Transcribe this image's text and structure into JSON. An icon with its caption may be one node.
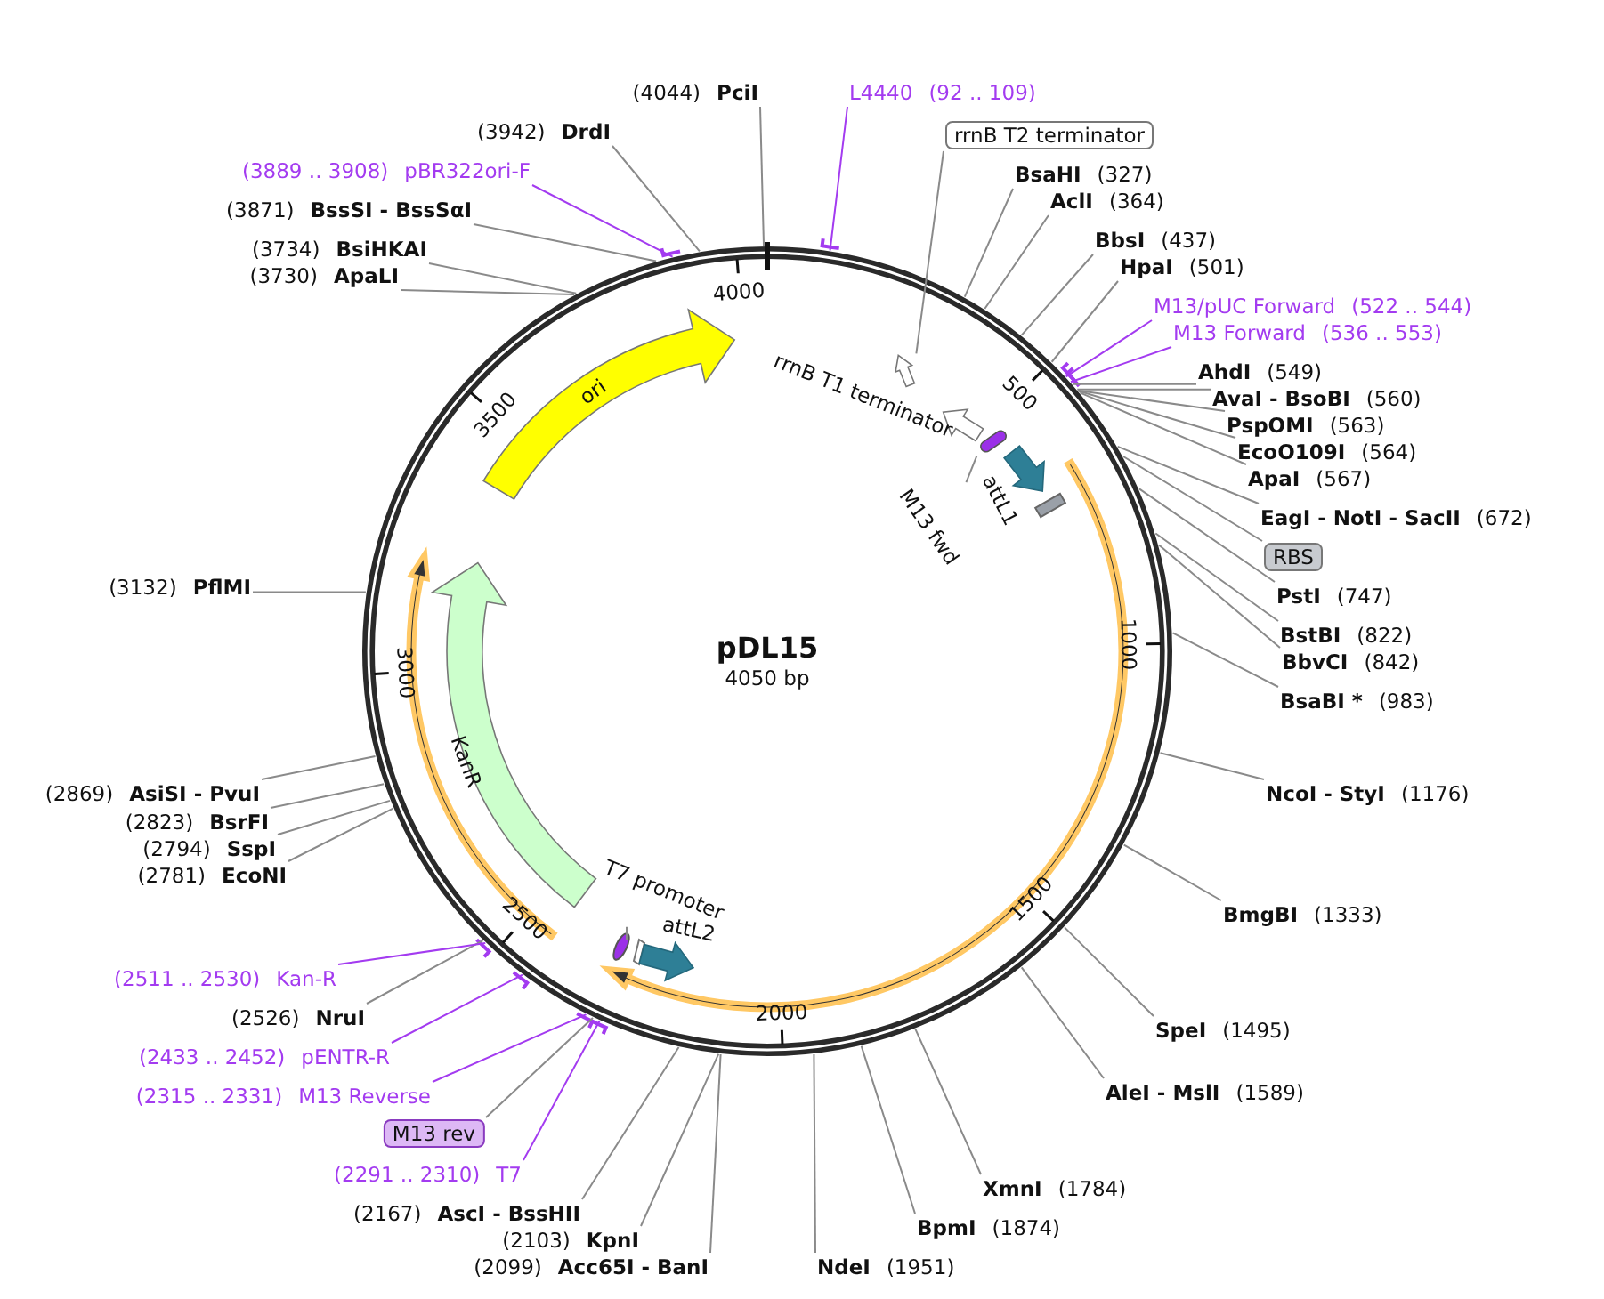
{
  "diagram": {
    "title": "pDL15",
    "nodes": [
      {
        "text": [
          "(4044)",
          "PciI"
        ]
      },
      {
        "text": [
          "L4440",
          "(92 .. 109)"
        ]
      },
      {
        "text": [
          "(3942)",
          "DrdI"
        ]
      },
      {
        "text": [
          "(3889 .. 3908)",
          "pBR322ori-F"
        ]
      },
      {
        "text": [
          "(3871)",
          "BssSI - BssSαI"
        ]
      },
      {
        "text": [
          "(3734)",
          "BsiHKAI"
        ]
      },
      {
        "text": [
          "(3730)",
          "ApaLI"
        ]
      },
      {
        "text": [
          "rrnB T2 terminator"
        ]
      },
      {
        "text": [
          "BsaHI",
          "(327)"
        ]
      },
      {
        "text": [
          "AclI",
          "(364)"
        ]
      },
      {
        "text": [
          "BbsI",
          "(437)"
        ]
      },
      {
        "text": [
          "HpaI",
          "(501)"
        ]
      },
      {
        "text": [
          "M13/pUC Forward",
          "(522 .. 544)"
        ]
      },
      {
        "text": [
          "M13 Forward",
          "(536 .. 553)"
        ]
      },
      {
        "text": [
          "AhdI",
          "(549)"
        ]
      },
      {
        "text": [
          "AvaI - BsoBI",
          "(560)"
        ]
      },
      {
        "text": [
          "PspOMI",
          "(563)"
        ]
      },
      {
        "text": [
          "EcoO109I",
          "(564)"
        ]
      },
      {
        "text": [
          "ApaI",
          "(567)"
        ]
      },
      {
        "text": [
          "EagI - NotI - SacII",
          "(672)"
        ]
      },
      {
        "text": [
          "RBS"
        ]
      },
      {
        "text": [
          "PstI",
          "(747)"
        ]
      },
      {
        "text": [
          "BstBI",
          "(822)"
        ]
      },
      {
        "text": [
          "BbvCI",
          "(842)"
        ]
      },
      {
        "text": [
          "BsaBI *",
          "(983)"
        ]
      },
      {
        "text": [
          "NcoI - StyI",
          "(1176)"
        ]
      },
      {
        "text": [
          "BmgBI",
          "(1333)"
        ]
      },
      {
        "text": [
          "SpeI",
          "(1495)"
        ]
      },
      {
        "text": [
          "AleI - MslI",
          "(1589)"
        ]
      },
      {
        "text": [
          "XmnI",
          "(1784)"
        ]
      },
      {
        "text": [
          "BpmI",
          "(1874)"
        ]
      },
      {
        "text": [
          "NdeI",
          "(1951)"
        ]
      },
      {
        "text": [
          "(2099)",
          "Acc65I - BanI"
        ]
      },
      {
        "text": [
          "(2103)",
          "KpnI"
        ]
      },
      {
        "text": [
          "(2167)",
          "AscI - BssHII"
        ]
      },
      {
        "text": [
          "(2291 .. 2310)",
          "T7"
        ]
      },
      {
        "text": [
          "M13 rev"
        ]
      },
      {
        "text": [
          "(2315 .. 2331)",
          "M13 Reverse"
        ]
      },
      {
        "text": [
          "(2433 .. 2452)",
          "pENTR-R"
        ]
      },
      {
        "text": [
          "(2526)",
          "NruI"
        ]
      },
      {
        "text": [
          "(2511 .. 2530)",
          "Kan-R"
        ]
      },
      {
        "text": [
          "(2781)",
          "EcoNI"
        ]
      },
      {
        "text": [
          "(2794)",
          "SspI"
        ]
      },
      {
        "text": [
          "(2823)",
          "BsrFI"
        ]
      },
      {
        "text": [
          "(2869)",
          "AsiSI - PvuI"
        ]
      },
      {
        "text": [
          "(3132)",
          "PflMI"
        ]
      },
      {
        "text": [
          "ori"
        ]
      },
      {
        "text": [
          "KanR"
        ]
      },
      {
        "text": [],
        "shape": "arrow",
        "beside": [
          "rrnB T1 terminator"
        ]
      },
      {
        "text": [],
        "shape": "arrow"
      },
      {
        "text": [],
        "shape": "arrow",
        "beside": [
          "attL1"
        ]
      },
      {
        "text": [],
        "shape": "arrow",
        "beside": [
          "attL2"
        ]
      },
      {
        "text": [
          "M13 fwd"
        ]
      },
      {
        "text": [
          "T7 promoter"
        ]
      },
      {
        "text": [],
        "shape": "arrow"
      },
      {
        "text": [],
        "shape": "arrow"
      },
      {
        "text": [],
        "shape": "bar"
      }
    ],
    "edges": [
      {
        "from": 0,
        "to": null,
        "arrow": "none"
      },
      {
        "from": 1,
        "to": null,
        "arrow": "none",
        "color": "#a33bf0"
      },
      {
        "from": 2,
        "to": null,
        "arrow": "none"
      },
      {
        "from": 3,
        "to": null,
        "arrow": "none",
        "color": "#a33bf0"
      },
      {
        "from": 4,
        "to": null,
        "arrow": "none"
      },
      {
        "from": 5,
        "to": null,
        "arrow": "none"
      },
      {
        "from": 6,
        "to": null,
        "arrow": "none"
      },
      {
        "from": 7,
        "to": 49,
        "arrow": "none"
      },
      {
        "from": 8,
        "to": null,
        "arrow": "none"
      },
      {
        "from": 9,
        "to": null,
        "arrow": "none"
      },
      {
        "from": 10,
        "to": null,
        "arrow": "none"
      },
      {
        "from": 11,
        "to": null,
        "arrow": "none"
      },
      {
        "from": 12,
        "to": null,
        "arrow": "none",
        "color": "#a33bf0"
      },
      {
        "from": 13,
        "to": null,
        "arrow": "none",
        "color": "#a33bf0"
      },
      {
        "from": 14,
        "to": null,
        "arrow": "none"
      },
      {
        "from": 15,
        "to": null,
        "arrow": "none"
      },
      {
        "from": 16,
        "to": null,
        "arrow": "none"
      },
      {
        "from": 17,
        "to": null,
        "arrow": "none"
      },
      {
        "from": 18,
        "to": null,
        "arrow": "none"
      },
      {
        "from": 19,
        "to": null,
        "arrow": "none"
      },
      {
        "from": 20,
        "to": null,
        "arrow": "none"
      },
      {
        "from": 21,
        "to": null,
        "arrow": "none"
      },
      {
        "from": 22,
        "to": null,
        "arrow": "none"
      },
      {
        "from": 23,
        "to": null,
        "arrow": "none"
      },
      {
        "from": 24,
        "to": null,
        "arrow": "none"
      },
      {
        "from": 25,
        "to": null,
        "arrow": "none"
      },
      {
        "from": 26,
        "to": null,
        "arrow": "none"
      },
      {
        "from": 27,
        "to": null,
        "arrow": "none"
      },
      {
        "from": 28,
        "to": null,
        "arrow": "none"
      },
      {
        "from": 29,
        "to": null,
        "arrow": "none"
      },
      {
        "from": 30,
        "to": null,
        "arrow": "none"
      },
      {
        "from": 31,
        "to": null,
        "arrow": "none"
      },
      {
        "from": 32,
        "to": null,
        "arrow": "none"
      },
      {
        "from": 33,
        "to": null,
        "arrow": "none"
      },
      {
        "from": 34,
        "to": null,
        "arrow": "none"
      },
      {
        "from": 35,
        "to": null,
        "arrow": "none",
        "color": "#a33bf0"
      },
      {
        "from": 36,
        "to": null,
        "arrow": "none"
      },
      {
        "from": 37,
        "to": null,
        "arrow": "none",
        "color": "#a33bf0"
      },
      {
        "from": 38,
        "to": null,
        "arrow": "none",
        "color": "#a33bf0"
      },
      {
        "from": 39,
        "to": null,
        "arrow": "none"
      },
      {
        "from": 40,
        "to": null,
        "arrow": "none",
        "color": "#a33bf0"
      },
      {
        "from": 41,
        "to": null,
        "arrow": "none"
      },
      {
        "from": 42,
        "to": null,
        "arrow": "none"
      },
      {
        "from": 43,
        "to": null,
        "arrow": "none"
      },
      {
        "from": 44,
        "to": null,
        "arrow": "none"
      },
      {
        "from": 45,
        "to": null,
        "arrow": "none"
      },
      {
        "from": 52,
        "to": 56,
        "arrow": "none"
      },
      {
        "from": 53,
        "to": null,
        "arrow": "none"
      }
    ],
    "labels": [
      "4050 bp",
      "500",
      "1000",
      "1500",
      "2000",
      "2500",
      "3000",
      "3500",
      "4000"
    ]
  }
}
